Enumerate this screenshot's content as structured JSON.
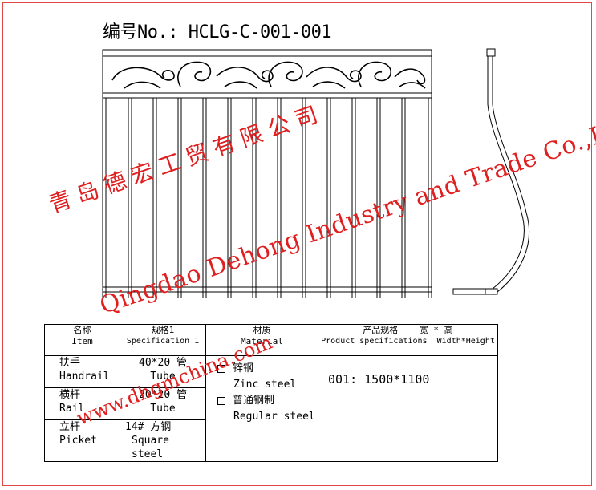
{
  "drawing_code": "编号No.: HCLG-C-001-001",
  "watermark": {
    "company_cn": "青岛德宏工贸有限公司",
    "company_en": "Qingdao Dehong Industry and Trade Co.,Ltd",
    "website": "www.dhgmchina.com"
  },
  "table": {
    "headers": {
      "item_cn": "名称",
      "item_en": "Item",
      "spec_cn": "规格1",
      "spec_en": "Specification 1",
      "material_cn": "材质",
      "material_en": "Material",
      "product_cn": "产品规格",
      "product_size_cn": "宽 * 高",
      "product_en": "Product specifications",
      "product_size_en": "Width*Height"
    },
    "rows": [
      {
        "item_cn": "扶手",
        "item_en": "Handrail",
        "spec_cn": "40*20 管",
        "spec_en": "Tube"
      },
      {
        "item_cn": "横杆",
        "item_en": "Rail",
        "spec_cn": "20*20 管",
        "spec_en": "Tube"
      },
      {
        "item_cn": "立杆",
        "item_en": "Picket",
        "spec_cn": "14# 方钢",
        "spec_en": "Square steel"
      }
    ],
    "materials": [
      {
        "cn": "锌钢",
        "en": "Zinc steel"
      },
      {
        "cn": "普通钢制",
        "en": "Regular steel"
      }
    ],
    "product_size": "001: 1500*1100"
  },
  "colors": {
    "frame": "#e04848",
    "watermark": "#e02020",
    "line": "#000000"
  }
}
